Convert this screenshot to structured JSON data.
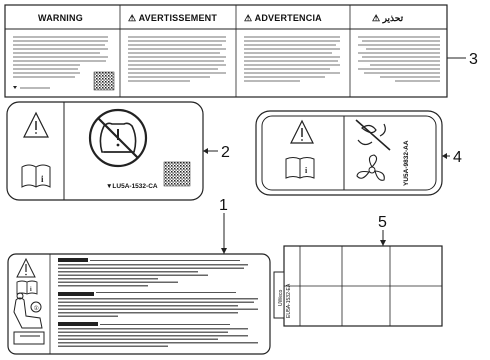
{
  "callouts": {
    "c1": "1",
    "c2": "2",
    "c3": "3",
    "c4": "4",
    "c5": "5"
  },
  "label3": {
    "headers": [
      "WARNING",
      "⚠ AVERTISSEMENT",
      "⚠ ADVERTENCIA",
      "⚠ تحذير"
    ]
  },
  "label2": {
    "code": "▼LU5A-1532-CA"
  },
  "label4": {
    "code": "YU5A-9832-AA"
  },
  "label5": {
    "code_lines": [
      "EU5A-1532-EA",
      "UWeco"
    ]
  },
  "icons": [
    "warning-triangle-icon",
    "book-info-icon",
    "tpms-crossed-icon",
    "qr-code-icon",
    "fan-crossed-icon",
    "fan-icon",
    "child-seat-icon"
  ]
}
